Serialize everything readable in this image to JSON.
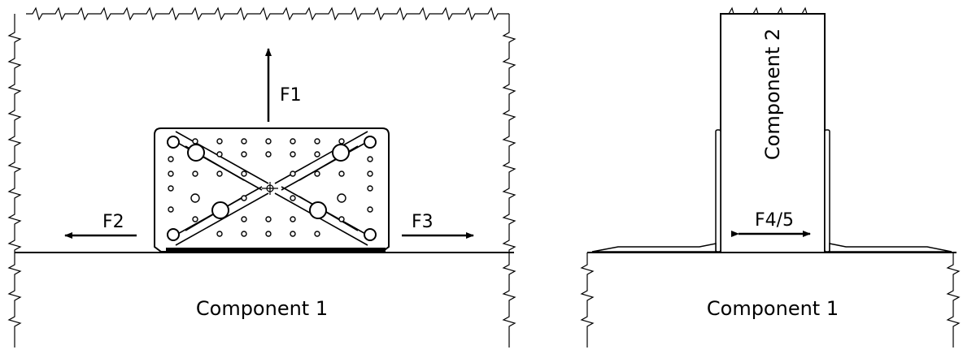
{
  "left_view": {
    "component_label": "Component 1",
    "forces": {
      "f1": "F1",
      "f2": "F2",
      "f3": "F3"
    }
  },
  "right_view": {
    "component_label": "Component 1",
    "vertical_component_label": "Component 2",
    "forces": {
      "f45": "F4/5"
    }
  }
}
